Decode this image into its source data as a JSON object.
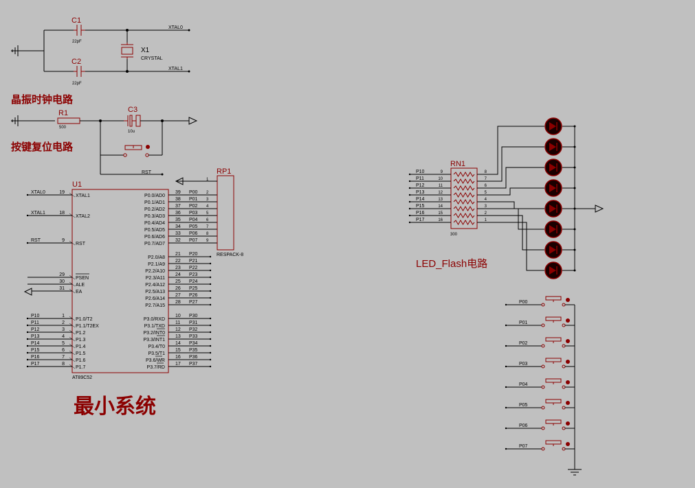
{
  "section_titles": {
    "clock": "晶振时钟电路",
    "reset": "按键复位电路",
    "minimal": "最小系统",
    "led": "LED_Flash电路"
  },
  "clock": {
    "c1": {
      "ref": "C1",
      "value": "22pF"
    },
    "c2": {
      "ref": "C2",
      "value": "22pF"
    },
    "x1": {
      "ref": "X1",
      "value": "CRYSTAL"
    },
    "xtal0": "XTAL0",
    "xtal1": "XTAL1"
  },
  "reset": {
    "r1": {
      "ref": "R1",
      "value": "500"
    },
    "c3": {
      "ref": "C3",
      "value": "10u"
    },
    "rst": "RST"
  },
  "u1": {
    "ref": "U1",
    "part": "AT89C52",
    "left_pins": [
      {
        "net": "XTAL0",
        "num": "19",
        "name": "XTAL1"
      },
      {
        "net": "XTAL1",
        "num": "18",
        "name": "XTAL2"
      },
      {
        "net": "RST",
        "num": "9",
        "name": "RST"
      },
      {
        "net": "",
        "num": "29",
        "name": "PSEN"
      },
      {
        "net": "",
        "num": "30",
        "name": "ALE"
      },
      {
        "net": "",
        "num": "31",
        "name": "EA"
      },
      {
        "net": "P10",
        "num": "1",
        "name": "P1.0/T2"
      },
      {
        "net": "P11",
        "num": "2",
        "name": "P1.1/T2EX"
      },
      {
        "net": "P12",
        "num": "3",
        "name": "P1.2"
      },
      {
        "net": "P13",
        "num": "4",
        "name": "P1.3"
      },
      {
        "net": "P14",
        "num": "5",
        "name": "P1.4"
      },
      {
        "net": "P15",
        "num": "6",
        "name": "P1.5"
      },
      {
        "net": "P16",
        "num": "7",
        "name": "P1.6"
      },
      {
        "net": "P17",
        "num": "8",
        "name": "P1.7"
      }
    ],
    "right_pins": [
      {
        "name": "P0.0/AD0",
        "num": "39",
        "net": "P00",
        "rp": "2"
      },
      {
        "name": "P0.1/AD1",
        "num": "38",
        "net": "P01",
        "rp": "3"
      },
      {
        "name": "P0.2/AD2",
        "num": "37",
        "net": "P02",
        "rp": "4"
      },
      {
        "name": "P0.3/AD3",
        "num": "36",
        "net": "P03",
        "rp": "5"
      },
      {
        "name": "P0.4/AD4",
        "num": "35",
        "net": "P04",
        "rp": "6"
      },
      {
        "name": "P0.5/AD5",
        "num": "34",
        "net": "P05",
        "rp": "7"
      },
      {
        "name": "P0.6/AD6",
        "num": "33",
        "net": "P06",
        "rp": "8"
      },
      {
        "name": "P0.7/AD7",
        "num": "32",
        "net": "P07",
        "rp": "9"
      },
      {
        "name": "P2.0/A8",
        "num": "21",
        "net": "P20",
        "rp": ""
      },
      {
        "name": "P2.1/A9",
        "num": "22",
        "net": "P21",
        "rp": ""
      },
      {
        "name": "P2.2/A10",
        "num": "23",
        "net": "P22",
        "rp": ""
      },
      {
        "name": "P2.3/A11",
        "num": "24",
        "net": "P23",
        "rp": ""
      },
      {
        "name": "P2.4/A12",
        "num": "25",
        "net": "P24",
        "rp": ""
      },
      {
        "name": "P2.5/A13",
        "num": "26",
        "net": "P25",
        "rp": ""
      },
      {
        "name": "P2.6/A14",
        "num": "27",
        "net": "P26",
        "rp": ""
      },
      {
        "name": "P2.7/A15",
        "num": "28",
        "net": "P27",
        "rp": ""
      },
      {
        "name": "P3.0/RXD",
        "num": "10",
        "net": "P30",
        "rp": ""
      },
      {
        "name": "P3.1/TXD",
        "num": "11",
        "net": "P31",
        "rp": ""
      },
      {
        "name": "P3.2/INT0",
        "num": "12",
        "net": "P32",
        "rp": ""
      },
      {
        "name": "P3.3/INT1",
        "num": "13",
        "net": "P33",
        "rp": ""
      },
      {
        "name": "P3.4/T0",
        "num": "14",
        "net": "P34",
        "rp": ""
      },
      {
        "name": "P3.5/T1",
        "num": "15",
        "net": "P35",
        "rp": ""
      },
      {
        "name": "P3.6/WR",
        "num": "16",
        "net": "P36",
        "rp": ""
      },
      {
        "name": "P3.7/RD",
        "num": "17",
        "net": "P37",
        "rp": ""
      }
    ]
  },
  "rp1": {
    "ref": "RP1",
    "part": "RESPACK-8",
    "pin1": "1"
  },
  "rn1": {
    "ref": "RN1",
    "value": "300",
    "rows": [
      {
        "net": "P10",
        "left": "9",
        "right": "8"
      },
      {
        "net": "P11",
        "left": "10",
        "right": "7"
      },
      {
        "net": "P12",
        "left": "11",
        "right": "6"
      },
      {
        "net": "P13",
        "left": "12",
        "right": "5"
      },
      {
        "net": "P14",
        "left": "13",
        "right": "4"
      },
      {
        "net": "P15",
        "left": "14",
        "right": "3"
      },
      {
        "net": "P16",
        "left": "15",
        "right": "2"
      },
      {
        "net": "P17",
        "left": "16",
        "right": "1"
      }
    ]
  },
  "buttons": [
    "P00",
    "P01",
    "P02",
    "P03",
    "P04",
    "P05",
    "P06",
    "P07"
  ],
  "colors": {
    "background": "#c0c0c0",
    "component": "#8b0000",
    "wire": "#000000",
    "led_fill": "#1a0000"
  }
}
